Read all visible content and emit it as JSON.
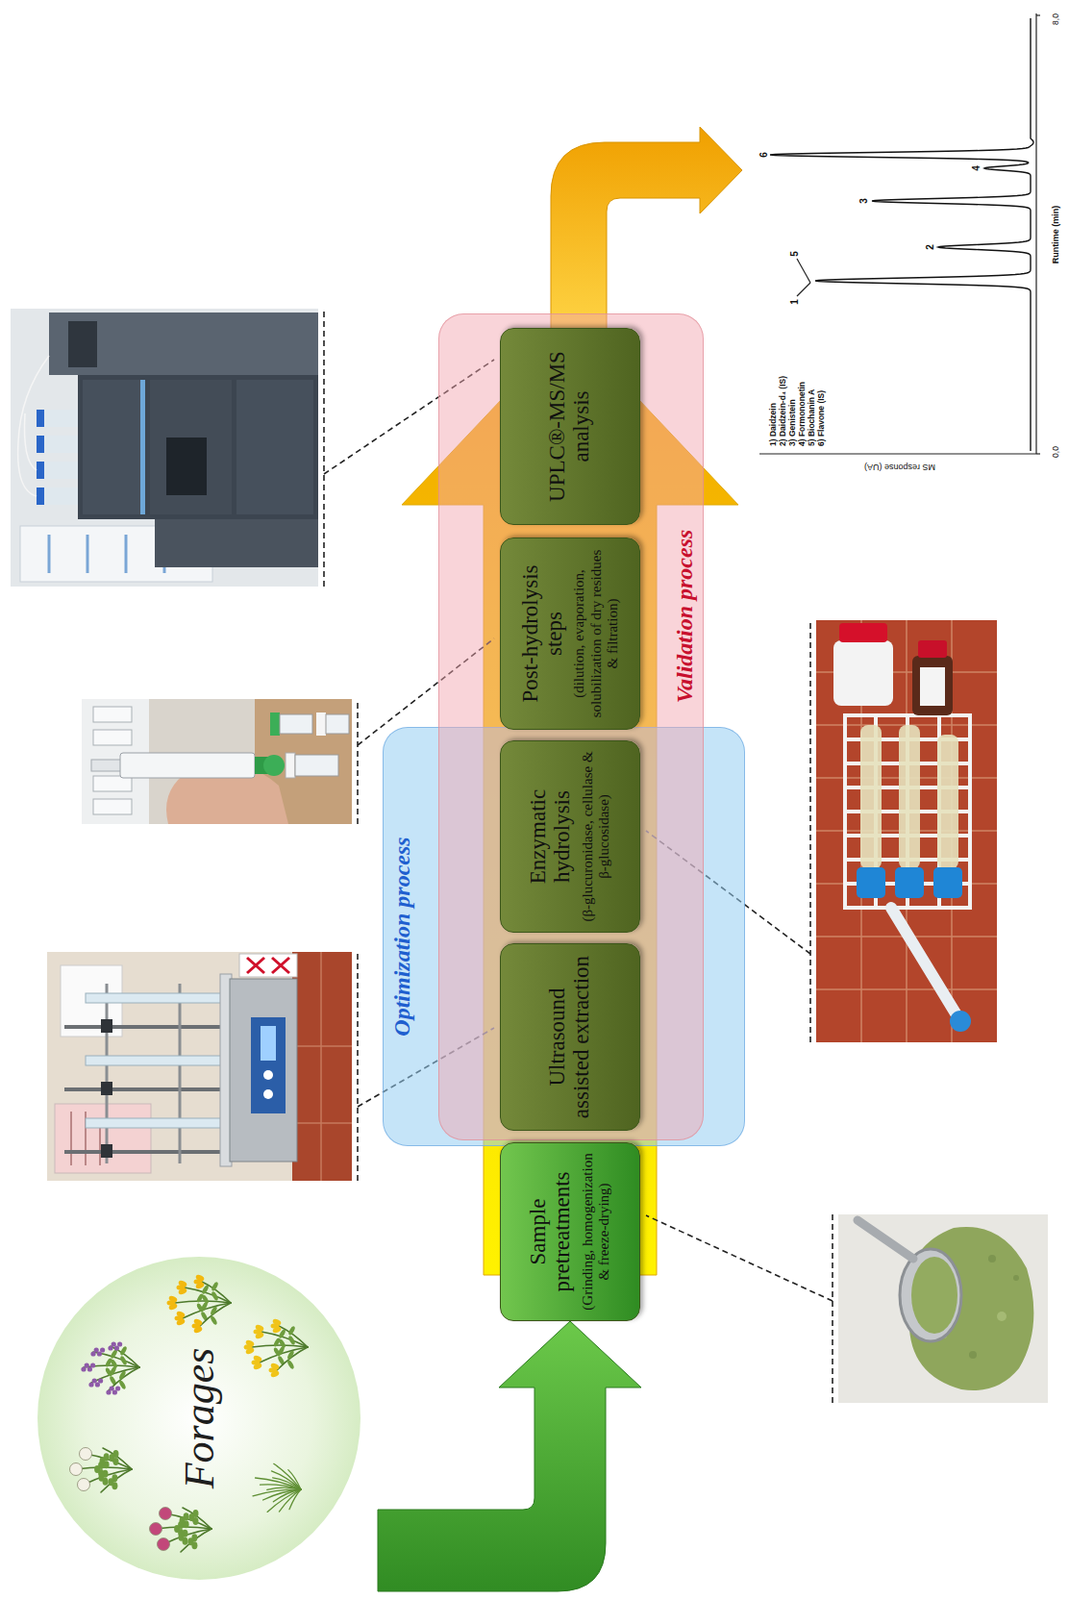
{
  "diagram": {
    "nodes": [
      {
        "text": [
          "Forages"
        ]
      },
      {
        "text": [
          "Sample pretreatments",
          "(Grinding, homogenization & freeze-drying)"
        ]
      },
      {
        "text": [
          "Optimization process"
        ]
      },
      {
        "text": [
          "Validation process"
        ]
      },
      {
        "text": [
          "Ultrasound assisted extraction"
        ]
      },
      {
        "text": [
          "Enzymatic hydrolysis",
          "(β-glucuronidase, cellulase & β-glucosidase)"
        ]
      },
      {
        "text": [
          "Post-hydrolysis steps",
          "(dilution, evaporation, solubilization of dry residues & filtration)"
        ]
      },
      {
        "text": [
          "UPLC®-MS/MS analysis"
        ]
      }
    ],
    "edges": [
      {
        "from": 0,
        "to": 1,
        "arrow": "to"
      }
    ],
    "labels": [
      "1) Daidzein",
      "2) Daidzein-d₄ (IS)",
      "3) Genistein",
      "4) Formononetin",
      "5) Biochanin A",
      "6) Flavone (IS)",
      "MS response (UA)",
      "Runtime (min)",
      "0,0",
      "8,0",
      "5",
      "1",
      "2",
      "3",
      "4",
      "6"
    ]
  }
}
